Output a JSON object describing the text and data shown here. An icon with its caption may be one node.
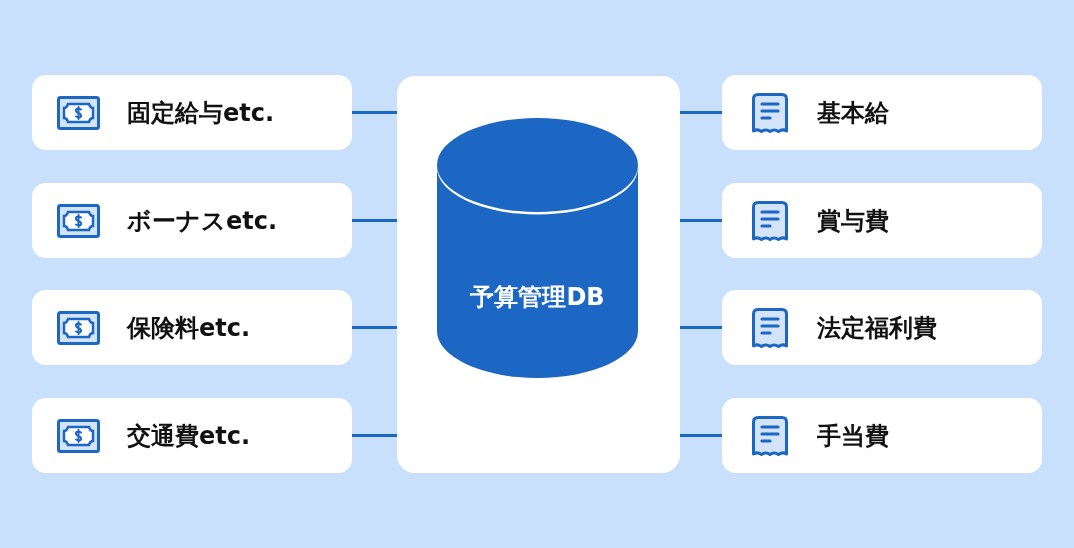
{
  "diagram": {
    "nodes": [
      {
        "text": [
          "固定給与etc."
        ]
      },
      {
        "text": [
          "ボーナスetc."
        ]
      },
      {
        "text": [
          "保険料etc."
        ]
      },
      {
        "text": [
          "交通費etc."
        ]
      },
      {
        "text": [],
        "shape": "box"
      },
      {
        "text": [
          "予算管理DB"
        ],
        "in": 4
      },
      {
        "text": [
          "基本給"
        ]
      },
      {
        "text": [
          "賞与費"
        ]
      },
      {
        "text": [
          "法定福利費"
        ]
      },
      {
        "text": [
          "手当費"
        ]
      }
    ],
    "edges": [
      {
        "from": 0,
        "to": 4,
        "arrow": "none"
      },
      {
        "from": 1,
        "to": 4,
        "arrow": "none"
      },
      {
        "from": 2,
        "to": 4,
        "arrow": "none"
      },
      {
        "from": 3,
        "to": 4,
        "arrow": "none"
      },
      {
        "from": 4,
        "to": 6,
        "arrow": "none"
      },
      {
        "from": 4,
        "to": 7,
        "arrow": "none"
      },
      {
        "from": 4,
        "to": 8,
        "arrow": "none"
      },
      {
        "from": 4,
        "to": 9,
        "arrow": "none"
      }
    ]
  }
}
